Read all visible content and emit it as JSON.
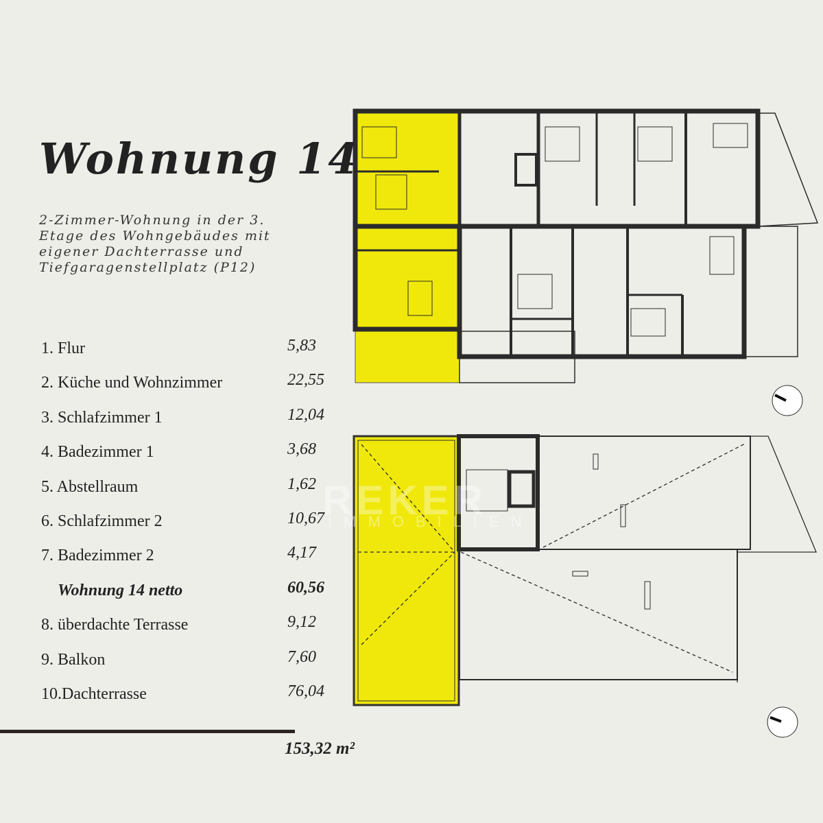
{
  "title": "Wohnung 14",
  "description": "2-Zimmer-Wohnung in der 3. Etage des Wohngebäudes mit eigener Dachterrasse und Tiefgaragenstellplatz (P12)",
  "rooms": [
    {
      "name": "1. Flur",
      "area": "5,83"
    },
    {
      "name": "2. Küche und Wohnzimmer",
      "area": "22,55"
    },
    {
      "name": "3. Schlafzimmer 1",
      "area": "12,04"
    },
    {
      "name": "4. Badezimmer 1",
      "area": "3,68"
    },
    {
      "name": "5. Abstellraum",
      "area": "1,62"
    },
    {
      "name": "6. Schlafzimmer 2",
      "area": "10,67"
    },
    {
      "name": "7. Badezimmer 2",
      "area": "4,17"
    },
    {
      "name": "Wohnung 14 netto",
      "area": "60,56"
    },
    {
      "name": "8. überdachte Terrasse",
      "area": "9,12"
    },
    {
      "name": "9. Balkon",
      "area": "7,60"
    },
    {
      "name": "10.Dachterrasse",
      "area": "76,04"
    }
  ],
  "total": "153,32 m²",
  "watermark": {
    "line1": "REKER",
    "line2": "IMMOBILIEN"
  },
  "colors": {
    "highlight": "#f0e80a",
    "wall": "#2b2b2b",
    "background": "#eeeee9"
  }
}
